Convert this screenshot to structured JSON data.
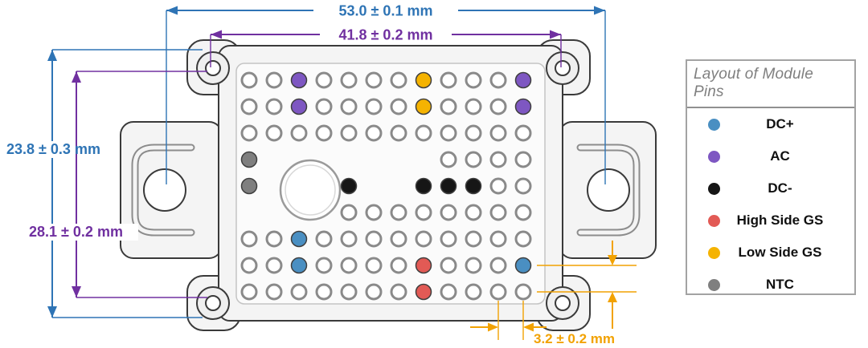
{
  "legend": {
    "title": "Layout of Module Pins",
    "items": [
      {
        "name": "DC+",
        "color": "#4a8fc2"
      },
      {
        "name": "AC",
        "color": "#7e57c2"
      },
      {
        "name": "DC-",
        "color": "#161616"
      },
      {
        "name": "High Side GS",
        "color": "#e25a55"
      },
      {
        "name": "Low Side GS",
        "color": "#f5b301"
      },
      {
        "name": "NTC",
        "color": "#7f7f7f"
      }
    ]
  },
  "dimensions": {
    "top_width": {
      "label": "53.0 ± 0.1 mm",
      "color": "#2e74b5"
    },
    "inner_width": {
      "label": "41.8 ± 0.2 mm",
      "color": "#7030a0"
    },
    "left_height": {
      "label": "23.8 ± 0.3 mm",
      "color": "#2e74b5"
    },
    "inner_height": {
      "label": "28.1 ± 0.2 mm",
      "color": "#7030a0"
    },
    "pin_pitch": {
      "label": "3.2 ± 0.2 mm",
      "color": "#f2a202"
    }
  },
  "pins": {
    "grid": [
      "..P....Y...P",
      "..P....Y...P",
      "............",
      "G_______....",
      "G___K__KKK..",
      "____........",
      "..B.........",
      "..B....R...B",
      ".......R...."
    ],
    "codes": {
      "P": {
        "name": "ac-pin",
        "color": "#7e57c2"
      },
      "Y": {
        "name": "low-side-gs-pin",
        "color": "#f5b301"
      },
      "K": {
        "name": "dc-minus-pin",
        "color": "#161616"
      },
      "B": {
        "name": "dc-plus-pin",
        "color": "#4a8fc2"
      },
      "R": {
        "name": "high-side-gs-pin",
        "color": "#e25a55"
      },
      "G": {
        "name": "ntc-pin",
        "color": "#7f7f7f"
      },
      ".": {
        "name": "plain-hole",
        "color": "#ffffff"
      }
    }
  }
}
